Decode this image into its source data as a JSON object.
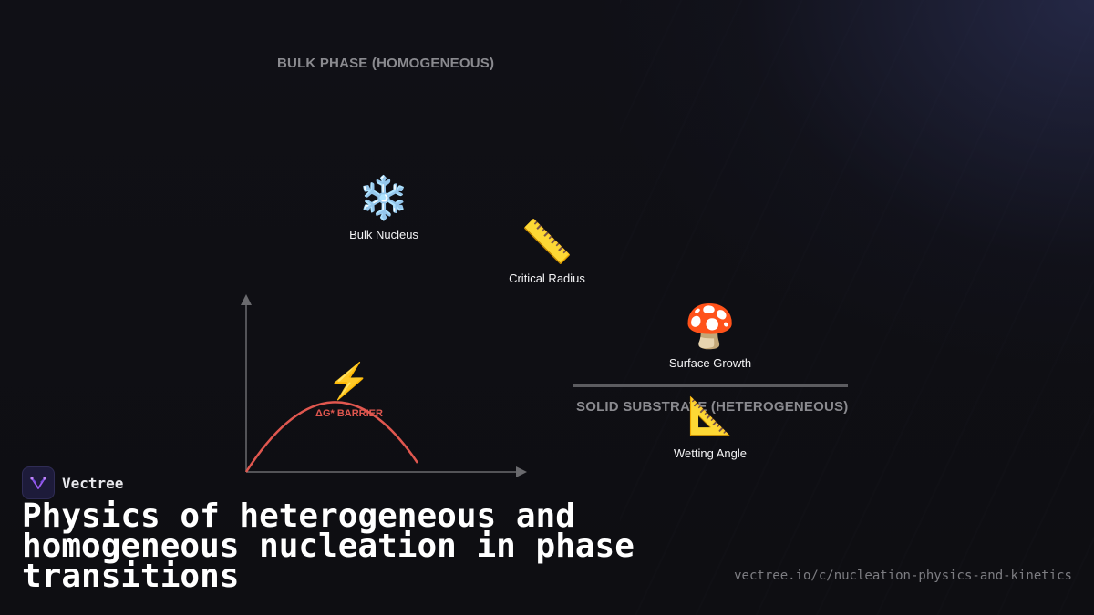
{
  "zones": {
    "bulk_label": "BULK PHASE (HOMOGENEOUS)",
    "substrate_label": "SOLID SUBSTRATE (HETEROGENEOUS)"
  },
  "nodes": {
    "bulk_nucleus": {
      "icon": "snowflake-icon",
      "glyph": "❄️",
      "label": "Bulk Nucleus"
    },
    "critical_radius": {
      "icon": "ruler-icon",
      "glyph": "📏",
      "label": "Critical Radius"
    },
    "surface_growth": {
      "icon": "mushroom-icon",
      "glyph": "🍄",
      "label": "Surface Growth"
    },
    "wetting_angle": {
      "icon": "triangular-ruler-icon",
      "glyph": "📐",
      "label": "Wetting Angle"
    },
    "barrier": {
      "icon": "lightning-icon",
      "glyph": "⚡",
      "label": "ΔG* BARRIER"
    }
  },
  "colors": {
    "barrier_curve": "#e0574f",
    "axis": "#6a6a6e",
    "zone_label": "#8a8a8f"
  },
  "brand": {
    "name": "Vectree"
  },
  "title": "Physics of heterogeneous and homogeneous nucleation in phase transitions",
  "url": "vectree.io/c/nucleation-physics-and-kinetics"
}
